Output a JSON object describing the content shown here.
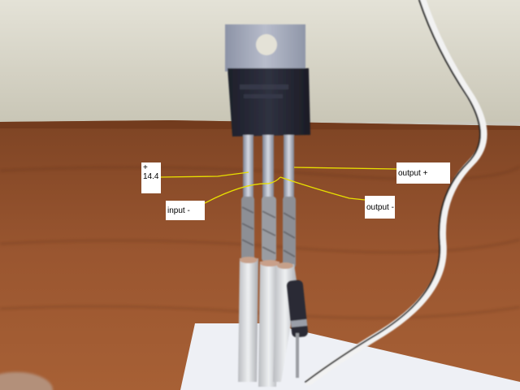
{
  "photo": {
    "subject": "voltage regulator with three wired legs",
    "colors": {
      "wall": "#dcd9cd",
      "table": "#8a4a28",
      "annotation_line": "#e8e000",
      "label_background": "#ffffff"
    }
  },
  "annotations": {
    "input_plus": {
      "sign": "+",
      "value": "14.4"
    },
    "input_minus": "input -",
    "output_minus": "output -",
    "output_plus": "output +"
  }
}
